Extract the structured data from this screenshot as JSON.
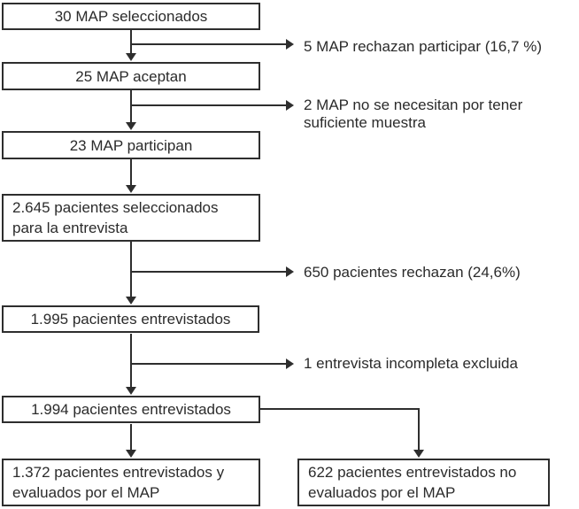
{
  "figure": {
    "type": "patient-flow-diagram",
    "colors": {
      "line": "#2e2e2e",
      "text": "#2b2b2b",
      "background": "#ffffff"
    },
    "boxes": {
      "map_selected": {
        "text": "30 MAP seleccionados"
      },
      "map_accepted": {
        "text": "25 MAP aceptan"
      },
      "map_participating": {
        "text": "23 MAP participan"
      },
      "patients_selected": {
        "line1": "2.645 pacientes seleccionados",
        "line2": "para la entrevista"
      },
      "patients_interviewed_1995": {
        "text": "1.995 pacientes entrevistados"
      },
      "patients_interviewed_1994": {
        "text": "1.994 pacientes entrevistados"
      },
      "patients_evaluated": {
        "line1": "1.372 pacientes entrevistados y",
        "line2": "evaluados por el MAP"
      },
      "patients_not_evaluated": {
        "line1": "622 pacientes entrevistados no",
        "line2": "evaluados por el MAP"
      }
    },
    "exclusion_notes": {
      "map_refused": {
        "text": "5 MAP rechazan participar (16,7 %)"
      },
      "map_not_needed": {
        "line1": "2 MAP no se necesitan por tener",
        "line2": "suficiente muestra"
      },
      "patients_refused": {
        "text": "650 pacientes rechazan (24,6%)"
      },
      "incomplete_interview": {
        "text": "1 entrevista incompleta excluida"
      }
    }
  }
}
